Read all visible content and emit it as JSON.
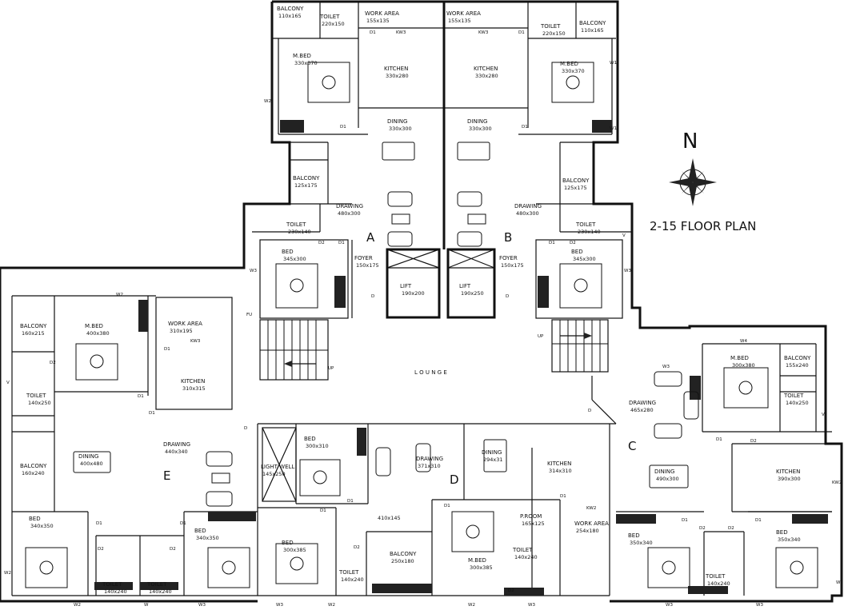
{
  "plan": {
    "title": "2-15 FLOOR PLAN",
    "north": "N",
    "lounge": "L O U N G E",
    "blocks": [
      "A",
      "B",
      "C",
      "D",
      "E"
    ],
    "rooms": [
      {
        "id": "a-balcony",
        "name": "BALCONY",
        "dim": "110x165"
      },
      {
        "id": "a-toilet",
        "name": "TOILET",
        "dim": "220x150"
      },
      {
        "id": "a-workarea",
        "name": "WORK AREA",
        "dim": "155x135"
      },
      {
        "id": "a-mbed",
        "name": "M.BED",
        "dim": "330x370"
      },
      {
        "id": "a-kitchen",
        "name": "KITCHEN",
        "dim": "330x280"
      },
      {
        "id": "a-dining",
        "name": "DINING",
        "dim": "330x300"
      },
      {
        "id": "a-balcony2",
        "name": "BALCONY",
        "dim": "125x175"
      },
      {
        "id": "a-drawing",
        "name": "DRAWING",
        "dim": "480x300"
      },
      {
        "id": "a-toilet2",
        "name": "TOILET",
        "dim": "230x140"
      },
      {
        "id": "a-bed",
        "name": "BED",
        "dim": "345x300"
      },
      {
        "id": "a-foyer",
        "name": "FOYER",
        "dim": "150x175"
      },
      {
        "id": "lift1",
        "name": "LIFT",
        "dim": "190x200"
      },
      {
        "id": "lift2",
        "name": "LIFT",
        "dim": "190x250"
      },
      {
        "id": "b-workarea",
        "name": "WORK AREA",
        "dim": "155x135"
      },
      {
        "id": "b-toilet",
        "name": "TOILET",
        "dim": "220x150"
      },
      {
        "id": "b-balcony",
        "name": "BALCONY",
        "dim": "110x165"
      },
      {
        "id": "b-kitchen",
        "name": "KITCHEN",
        "dim": "330x280"
      },
      {
        "id": "b-mbed",
        "name": "M.BED",
        "dim": "330x370"
      },
      {
        "id": "b-dining",
        "name": "DINING",
        "dim": "330x300"
      },
      {
        "id": "b-balcony2",
        "name": "BALCONY",
        "dim": "125x175"
      },
      {
        "id": "b-drawing",
        "name": "DRAWING",
        "dim": "480x300"
      },
      {
        "id": "b-toilet2",
        "name": "TOILET",
        "dim": "230x140"
      },
      {
        "id": "b-foyer",
        "name": "FOYER",
        "dim": "150x175"
      },
      {
        "id": "b-bed",
        "name": "BED",
        "dim": "345x300"
      },
      {
        "id": "e-balcony",
        "name": "BALCONY",
        "dim": "160x215"
      },
      {
        "id": "e-mbed",
        "name": "M.BED",
        "dim": "400x380"
      },
      {
        "id": "e-workarea",
        "name": "WORK AREA",
        "dim": "310x195"
      },
      {
        "id": "e-kitchen",
        "name": "KITCHEN",
        "dim": "310x315"
      },
      {
        "id": "e-toilet",
        "name": "TOILET",
        "dim": "140x250"
      },
      {
        "id": "e-dining",
        "name": "DINING",
        "dim": "400x480"
      },
      {
        "id": "e-drawing",
        "name": "DRAWING",
        "dim": "440x340"
      },
      {
        "id": "e-balcony2",
        "name": "BALCONY",
        "dim": "160x240"
      },
      {
        "id": "e-bed1",
        "name": "BED",
        "dim": "340x350"
      },
      {
        "id": "e-bed2",
        "name": "BED",
        "dim": "340x350"
      },
      {
        "id": "e-toilet2",
        "name": "TOILET",
        "dim": "140x240"
      },
      {
        "id": "e-toilet3",
        "name": "TOILET",
        "dim": "140x240"
      },
      {
        "id": "d-lightwell",
        "name": "LIGHT WELL",
        "dim": "145x250"
      },
      {
        "id": "d-bed1",
        "name": "BED",
        "dim": "300x310"
      },
      {
        "id": "d-drawing",
        "name": "DRAWING",
        "dim": "371x310"
      },
      {
        "id": "d-dining",
        "name": "DINING",
        "dim": "294x31"
      },
      {
        "id": "d-kitchen",
        "name": "KITCHEN",
        "dim": "314x310"
      },
      {
        "id": "d-passage",
        "name": "",
        "dim": "410x145"
      },
      {
        "id": "d-bed2",
        "name": "BED",
        "dim": "300x385"
      },
      {
        "id": "d-toilet1",
        "name": "TOILET",
        "dim": "140x240"
      },
      {
        "id": "d-balcony",
        "name": "BALCONY",
        "dim": "250x180"
      },
      {
        "id": "d-mbed",
        "name": "M.BED",
        "dim": "300x385"
      },
      {
        "id": "d-prayer",
        "name": "P.ROOM",
        "dim": "165x125"
      },
      {
        "id": "d-workarea",
        "name": "WORK AREA",
        "dim": "254x180"
      },
      {
        "id": "d-toilet2",
        "name": "TOILET",
        "dim": "140x240"
      },
      {
        "id": "c-mbed",
        "name": "M.BED",
        "dim": "300x380"
      },
      {
        "id": "c-balcony",
        "name": "BALCONY",
        "dim": "155x240"
      },
      {
        "id": "c-toilet",
        "name": "TOILET",
        "dim": "140x250"
      },
      {
        "id": "c-drawing",
        "name": "DRAWING",
        "dim": "465x280"
      },
      {
        "id": "c-dining",
        "name": "DINING",
        "dim": "490x300"
      },
      {
        "id": "c-kitchen",
        "name": "KITCHEN",
        "dim": "390x300"
      },
      {
        "id": "c-bed1",
        "name": "BED",
        "dim": "350x340"
      },
      {
        "id": "c-toilet2",
        "name": "TOILET",
        "dim": "140x240"
      },
      {
        "id": "c-bed2",
        "name": "BED",
        "dim": "350x340"
      }
    ],
    "tags": {
      "w": "W",
      "w1": "W1",
      "w2": "W2",
      "w3": "W3",
      "w4": "W4",
      "d": "D",
      "d1": "D1",
      "d2": "D2",
      "kw2": "KW2",
      "kw3": "KW3",
      "v": "V",
      "up": "UP",
      "fu": "FU"
    }
  }
}
